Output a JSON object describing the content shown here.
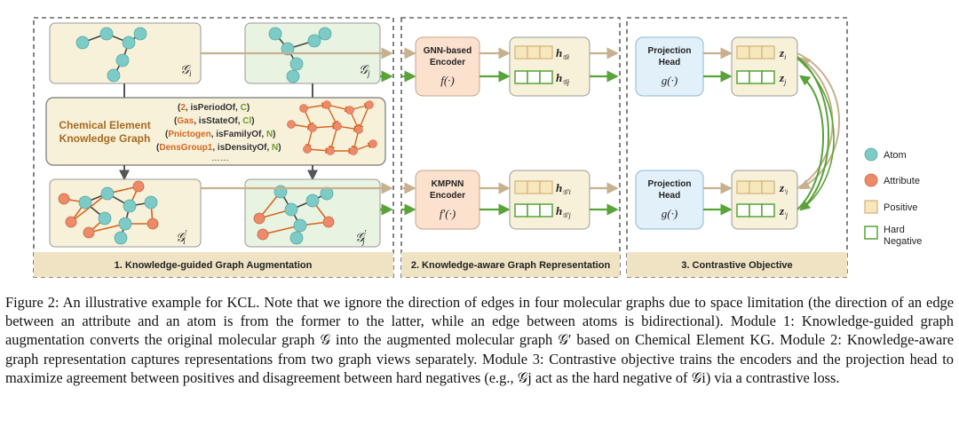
{
  "colors": {
    "atom": "#7ccbc7",
    "attribute": "#ec8a6a",
    "positive": "#f6e7bd",
    "positive_stroke": "#d4b07a",
    "hard_negative": "#62a845",
    "tan_arrow": "#c7b08e",
    "green_arrow": "#5aa33b",
    "panel_footer": "#efe3c4",
    "kg_orange": "#d6661e",
    "kg_green": "#6a9c2f",
    "gnn_fill": "#fbe1ce",
    "proj_fill": "#e2f0fa",
    "graph_box": "#f7f1da",
    "graph_box_green": "#e8f3e2"
  },
  "module1": {
    "footer": "1. Knowledge-guided Graph Augmentation",
    "graph_i": "𝒢",
    "graph_i_sub": "i",
    "graph_j": "𝒢",
    "graph_j_sub": "j",
    "graph_i_aug": "𝒢",
    "graph_i_aug_sub": "i",
    "graph_j_aug": "𝒢",
    "graph_j_aug_sub": "j",
    "prime": "′",
    "kg_title_line1": "Chemical Element",
    "kg_title_line2": "Knowledge Graph",
    "triples": [
      {
        "open": "(",
        "head": "2",
        "rel": ", isPeriodOf, ",
        "tail": "C",
        "close": ")"
      },
      {
        "open": "(",
        "head": "Gas",
        "rel": ", isStateOf, ",
        "tail": "Cl",
        "close": ")"
      },
      {
        "open": "(",
        "head": "Pnictogen",
        "rel": ", isFamilyOf, ",
        "tail": "N",
        "close": ")"
      },
      {
        "open": "(",
        "head": "DensGroup1",
        "rel": ", isDensityOf, ",
        "tail": "N",
        "close": ")"
      }
    ],
    "ellipsis": "……"
  },
  "module2": {
    "footer": "2. Knowledge-aware Graph Representation",
    "encoder1_line1": "GNN-based",
    "encoder1_line2": "Encoder",
    "encoder1_fn": "f(·)",
    "encoder2_line1": "KMPNN",
    "encoder2_line2": "Encoder",
    "encoder2_fn": "f′(·)",
    "h": "h",
    "h_sub_i": "𝒢i",
    "h_sub_j": "𝒢j",
    "h_sub_i_aug": "𝒢′i",
    "h_sub_j_aug": "𝒢′j"
  },
  "module3": {
    "footer": "3. Contrastive Objective",
    "proj_line1": "Projection",
    "proj_line2": "Head",
    "proj_fn": "g(·)",
    "z": "z",
    "z_sub_i": "i",
    "z_sub_j": "j",
    "z_sub_i_aug": "′i",
    "z_sub_j_aug": "′j"
  },
  "legend": {
    "atom": "Atom",
    "attribute": "Attribute",
    "positive": "Positive",
    "hard_negative_line1": "Hard",
    "hard_negative_line2": "Negative"
  },
  "caption": "Figure 2: An illustrative example for KCL. Note that we ignore the direction of edges in four molecular graphs due to space limitation (the direction of an edge between an attribute and an atom is from the former to the latter, while an edge between atoms is bidirectional). Module 1: Knowledge-guided graph augmentation converts the original molecular graph 𝒢 into the augmented molecular graph 𝒢′ based on Chemical Element KG. Module 2: Knowledge-aware graph representation captures representations from two graph views separately. Module 3: Contrastive objective trains the encoders and the projection head to maximize agreement between positives and disagreement between hard negatives (e.g., 𝒢j act as the hard negative of 𝒢i) via a contrastive loss."
}
